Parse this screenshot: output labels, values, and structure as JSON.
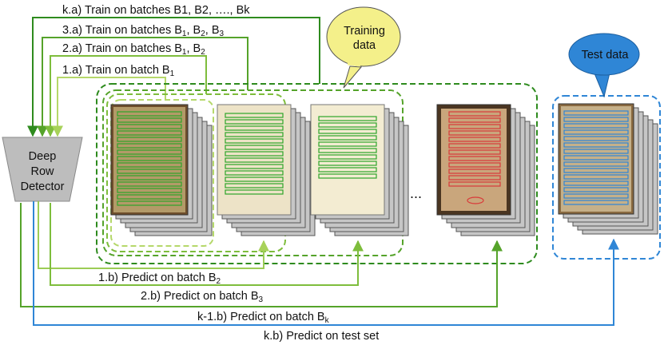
{
  "detector": {
    "line1": "Deep",
    "line2": "Row",
    "line3": "Detector"
  },
  "bubbles": {
    "training": {
      "line1": "Training",
      "line2": "data"
    },
    "test": {
      "label": "Test data"
    }
  },
  "ellipsis": "...",
  "train_steps": [
    {
      "prefix": "k.a) Train on batches B1, B2, …., Bk",
      "subs": []
    },
    {
      "prefix": "3.a) Train on batches B",
      "subs": [
        [
          "1",
          ", B"
        ],
        [
          "2",
          ", B"
        ],
        [
          "3",
          ""
        ]
      ]
    },
    {
      "prefix": "2.a) Train on batches B",
      "subs": [
        [
          "1",
          ", B"
        ],
        [
          "2",
          ""
        ]
      ]
    },
    {
      "prefix": "1.a) Train on batch B",
      "subs": [
        [
          "1",
          ""
        ]
      ]
    }
  ],
  "predict_steps": [
    {
      "prefix": "1.b) Predict on batch B",
      "sub": "2"
    },
    {
      "prefix": "2.b) Predict on batch B",
      "sub": "3"
    },
    {
      "prefix": "k-1.b) Predict on batch B",
      "sub": "k"
    },
    {
      "prefix": "k.b) Predict on test set",
      "sub": ""
    }
  ],
  "colors": {
    "train_k": "#2e8b1e",
    "train_3": "#55a32a",
    "train_2": "#7ebd3c",
    "train_1": "#b5d86a",
    "predict_1": "#9ccc55",
    "predict_2": "#7ebd3c",
    "predict_k1": "#55a32a",
    "predict_test": "#2f86d6",
    "bubble_training": "#f4f08a",
    "bubble_test": "#2f86d6",
    "detector": "#bdbdbd"
  }
}
